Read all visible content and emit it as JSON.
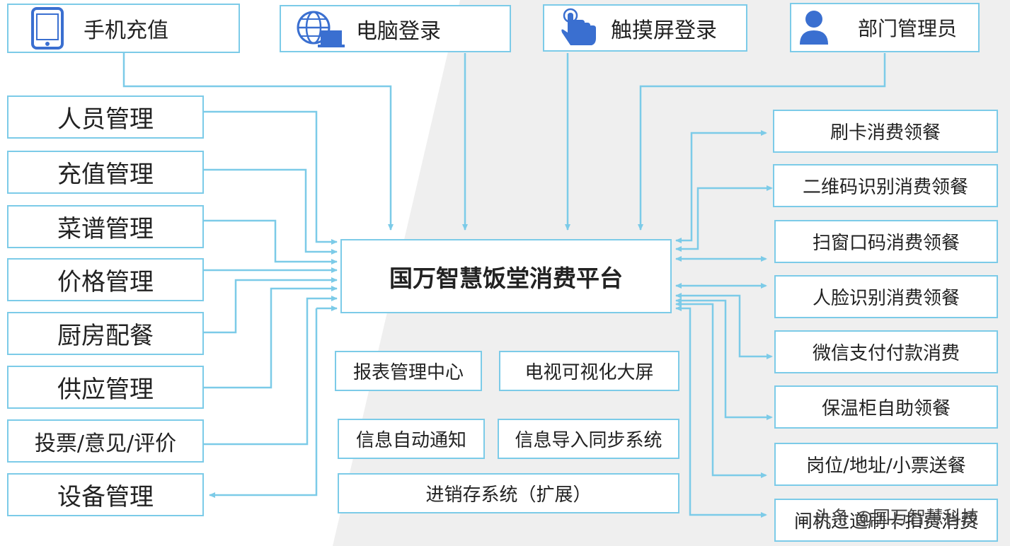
{
  "colors": {
    "accent": "#7ccbe8",
    "icon": "#3a6fd0",
    "band": "#efefef"
  },
  "top_boxes": [
    {
      "label": "手机充值",
      "icon": "phone-icon"
    },
    {
      "label": "电脑登录",
      "icon": "computer-globe-icon"
    },
    {
      "label": "触摸屏登录",
      "icon": "touch-hand-icon"
    },
    {
      "label": "部门管理员",
      "icon": "person-icon"
    }
  ],
  "left_boxes": [
    "人员管理",
    "充值管理",
    "菜谱管理",
    "价格管理",
    "厨房配餐",
    "供应管理",
    "投票/意见/评价",
    "设备管理"
  ],
  "right_boxes": [
    "刷卡消费领餐",
    "二维码识别消费领餐",
    "扫窗口码消费领餐",
    "人脸识别消费领餐",
    "微信支付付款消费",
    "保温柜自助领餐",
    "岗位/地址/小票送餐",
    "闸机过道刷卡扣费消费"
  ],
  "center_title": "国万智慧饭堂消费平台",
  "modules": [
    "报表管理中心",
    "电视可视化大屏",
    "信息自动通知",
    "信息导入同步系统",
    "进销存系统（扩展）"
  ],
  "watermark": "头条 @国万智慧科技"
}
